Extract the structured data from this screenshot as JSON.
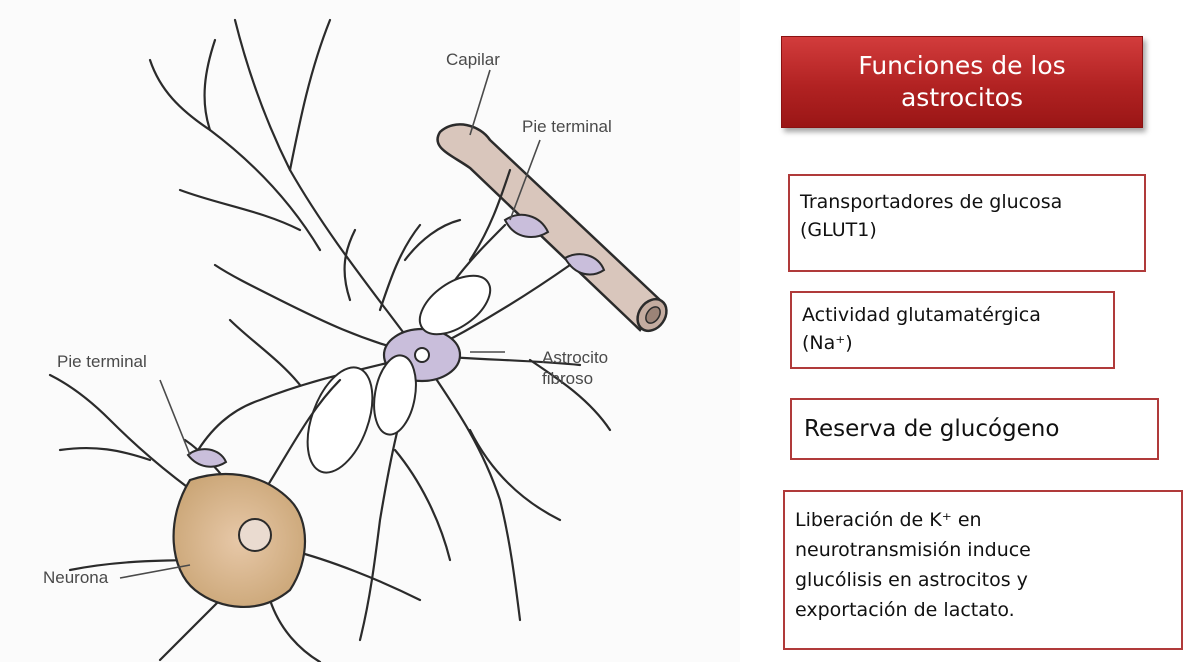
{
  "illustration": {
    "labels": {
      "capillary": "Capilar",
      "end_foot_top": "Pie terminal",
      "end_foot_left": "Pie terminal",
      "astrocyte": "Astrocito\nfibroso",
      "neuron": "Neurona"
    }
  },
  "title": "Funciones de los\nastrocitos",
  "functions": [
    "Transportadores de glucosa\n(GLUT1)",
    "Actividad glutamatérgica\n(Na⁺)",
    "Reserva de glucógeno",
    "Liberación de K⁺ en\nneurotransmisión induce\nglucólisis en astrocitos y\nexportación de lactato."
  ],
  "colors": {
    "banner": "#b12222",
    "box_border": "#b03a3a",
    "astrocyte_fill": "#c9bedb",
    "neuron_fill": "#d9b98c",
    "capillary_fill": "#d6c3b8"
  }
}
